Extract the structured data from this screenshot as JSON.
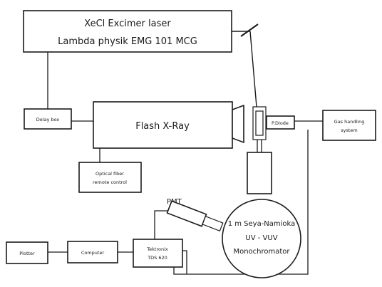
{
  "laser": {
    "line1": "XeCl Excimer laser",
    "line2": "Lambda physik EMG 101 MCG"
  },
  "delay_box": {
    "label": "Delay box"
  },
  "flash_xray": {
    "label": "Flash X-Ray"
  },
  "optical_fiber": {
    "line1": "Optical fiber",
    "line2": "remote control"
  },
  "pdiode": {
    "label": "P.Diode"
  },
  "gas_handling": {
    "line1": "Gas handling",
    "line2": "system"
  },
  "pmt": {
    "label": "PMT"
  },
  "monochromator": {
    "line1": "1 m Seya-Namioka",
    "line2": "UV - VUV",
    "line3": "Monochromator"
  },
  "plotter": {
    "label": "Plotter"
  },
  "computer": {
    "label": "Computer"
  },
  "tektronix": {
    "line1": "Tektronix",
    "line2": "TDS 620"
  }
}
